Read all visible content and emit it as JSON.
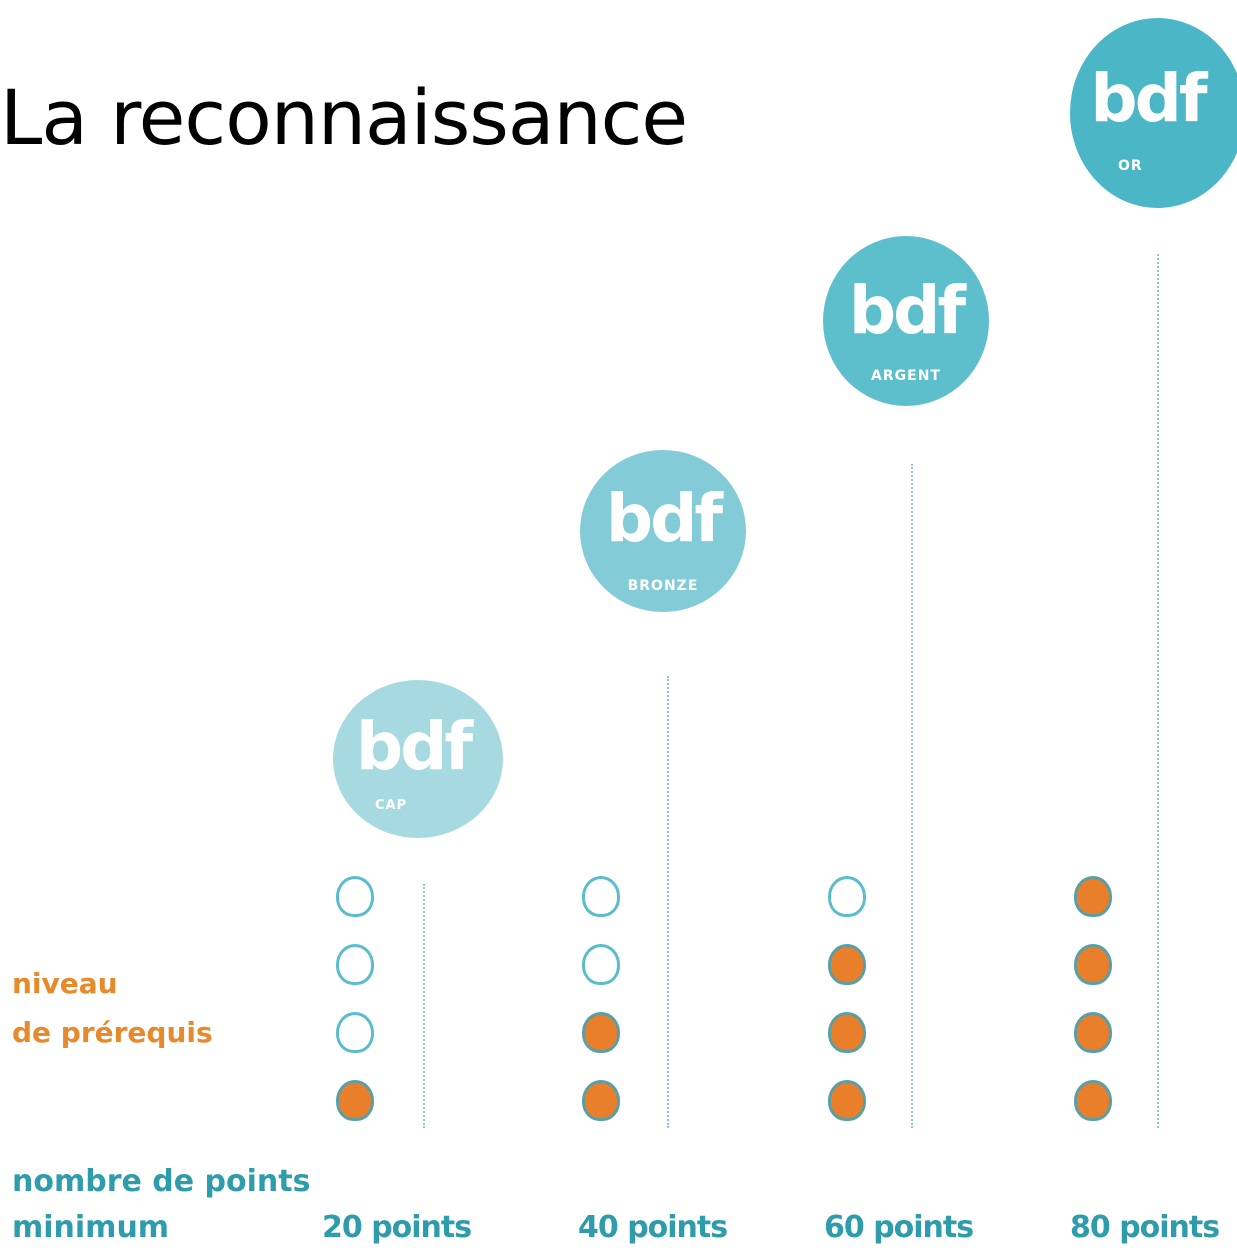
{
  "title": "La reconnaissance",
  "badges": [
    {
      "logo": "bdf",
      "level": "CAP",
      "color": "#a7d9e1"
    },
    {
      "logo": "bdf",
      "level": "BRONZE",
      "color": "#83cbd7"
    },
    {
      "logo": "bdf",
      "level": "ARGENT",
      "color": "#5ebfcc"
    },
    {
      "logo": "bdf",
      "level": "OR",
      "color": "#4bb6c6"
    }
  ],
  "legend": {
    "level_label_1": "niveau",
    "level_label_2": "de prérequis",
    "points_label_1": "nombre de points",
    "points_label_2": "minimum"
  },
  "levels": [
    {
      "points_label": "20 points",
      "filled_circles": 1,
      "total_circles": 4
    },
    {
      "points_label": "40 points",
      "filled_circles": 2,
      "total_circles": 4
    },
    {
      "points_label": "60 points",
      "filled_circles": 3,
      "total_circles": 4
    },
    {
      "points_label": "80 points",
      "filled_circles": 4,
      "total_circles": 4
    }
  ],
  "colors": {
    "filled": "#ea7f2b",
    "outline": "#5bbccc",
    "label_orange": "#e78a2c",
    "label_teal": "#2e9cab"
  }
}
